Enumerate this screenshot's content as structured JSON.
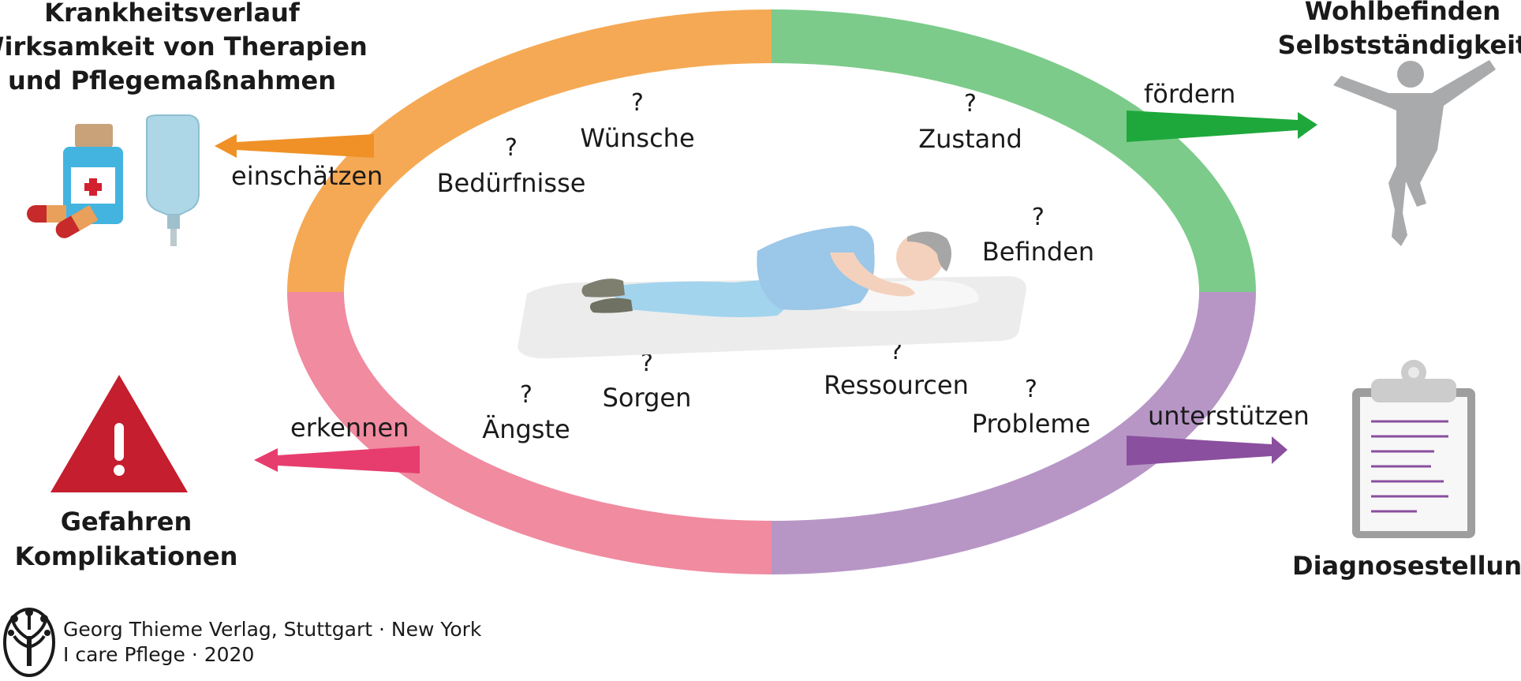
{
  "corners": {
    "top_left": [
      "Krankheitsverlauf",
      "Wirksamkeit von Therapien",
      "und Pflegemaßnahmen"
    ],
    "top_right": [
      "Wohlbefinden",
      "Selbstständigkeit"
    ],
    "bottom_left": [
      "Gefahren",
      "Komplikationen"
    ],
    "bottom_right": [
      "Diagnosestellung"
    ]
  },
  "actions": {
    "top_left": "einschätzen",
    "top_right": "fördern",
    "bottom_left": "erkennen",
    "bottom_right": "unterstützen"
  },
  "questions": {
    "mark": "?",
    "items": [
      "Wünsche",
      "Bedürfnisse",
      "Zustand",
      "Befinden",
      "Sorgen",
      "Ängste",
      "Ressourcen",
      "Probleme"
    ]
  },
  "credit": {
    "line1": "Georg Thieme Verlag, Stuttgart · New York",
    "line2": "I care Pflege · 2020"
  },
  "colors": {
    "orange": "#f5a954",
    "green": "#7ccb8a",
    "pink": "#f08ba0",
    "purple": "#b796c6",
    "arrow_orange": "#ef9126",
    "arrow_green": "#1ea83c",
    "arrow_pink": "#e73d6e",
    "arrow_purple": "#8a4f9e",
    "warning_red": "#c41e2f",
    "figure_gray": "#a9aaac"
  }
}
